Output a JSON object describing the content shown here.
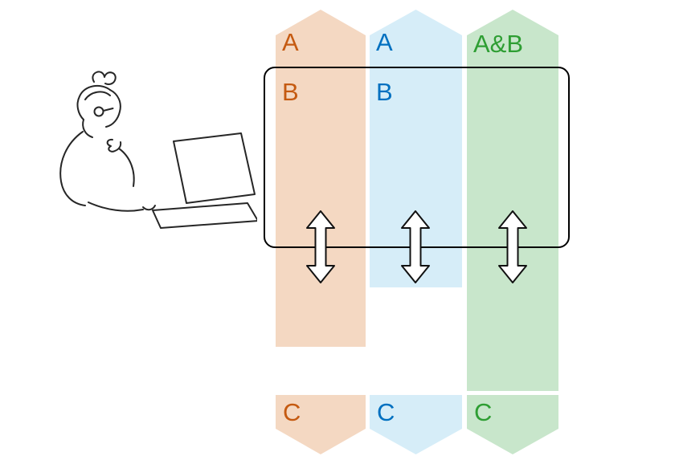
{
  "colors": {
    "orange_fill": "#F4D8C2",
    "orange_text": "#C55A11",
    "blue_fill": "#D6EDF8",
    "blue_text": "#0070C0",
    "green_fill": "#C8E6CB",
    "green_text": "#2E9E33",
    "outline": "#000000"
  },
  "columns": [
    {
      "header_label": "A",
      "box_label": "B",
      "bottom_label": "C"
    },
    {
      "header_label": "A",
      "box_label": "B",
      "bottom_label": "C"
    },
    {
      "header_label": "A&B",
      "box_label": "",
      "bottom_label": "C"
    }
  ],
  "icons": {
    "double_arrow": "double-vertical-arrow-icon",
    "illustration": "person-thinking-at-laptop-illustration"
  }
}
